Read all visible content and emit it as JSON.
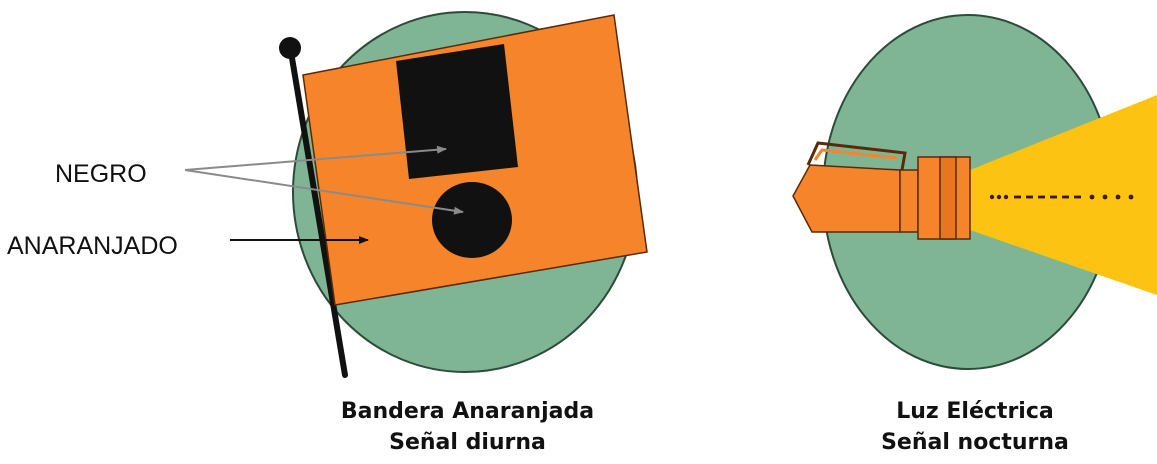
{
  "labels": {
    "black": "NEGRO",
    "orange": "ANARANJADO"
  },
  "day_signal": {
    "line1": "Bandera Anaranjada",
    "line2": "Señal diurna"
  },
  "night_signal": {
    "line1": "Luz Eléctrica",
    "line2": "Señal nocturna"
  },
  "colors": {
    "circle_green": "#7fb595",
    "flag_orange": "#f5842a",
    "black": "#111111",
    "light_yellow": "#fdc312"
  }
}
